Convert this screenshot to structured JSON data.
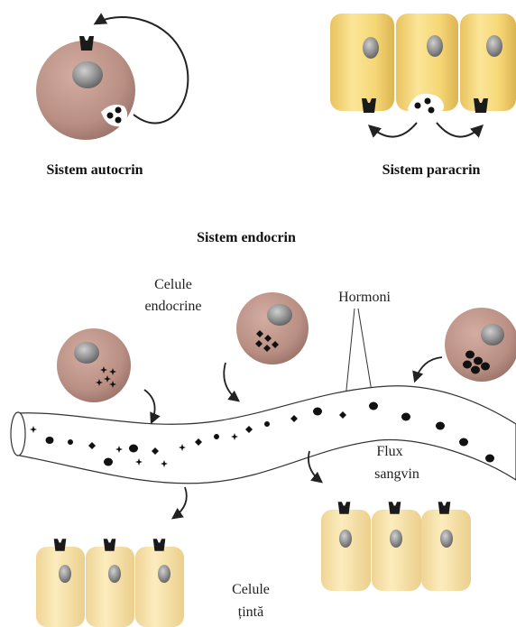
{
  "labels": {
    "autocrine": "Sistem autocrin",
    "paracrine": "Sistem paracrin",
    "endocrine": "Sistem endocrin",
    "endocrine_cells_1": "Celule",
    "endocrine_cells_2": "endocrine",
    "hormones": "Hormoni",
    "flux_1": "Flux",
    "flux_2": "sangvin",
    "target_1": "Celule",
    "target_2": "țintă"
  },
  "colors": {
    "endocrine_cell": "#b98f84",
    "target_cell": "#f1d277",
    "nucleus": "#8e8e8e",
    "receptor": "#1a1a1a",
    "hormone": "#111111"
  },
  "icons": {
    "autocrine_signal": "circular-arrow-icon",
    "paracrine_signal": "curved-arrow-icon",
    "hormone_release": "curved-arrow-icon"
  }
}
